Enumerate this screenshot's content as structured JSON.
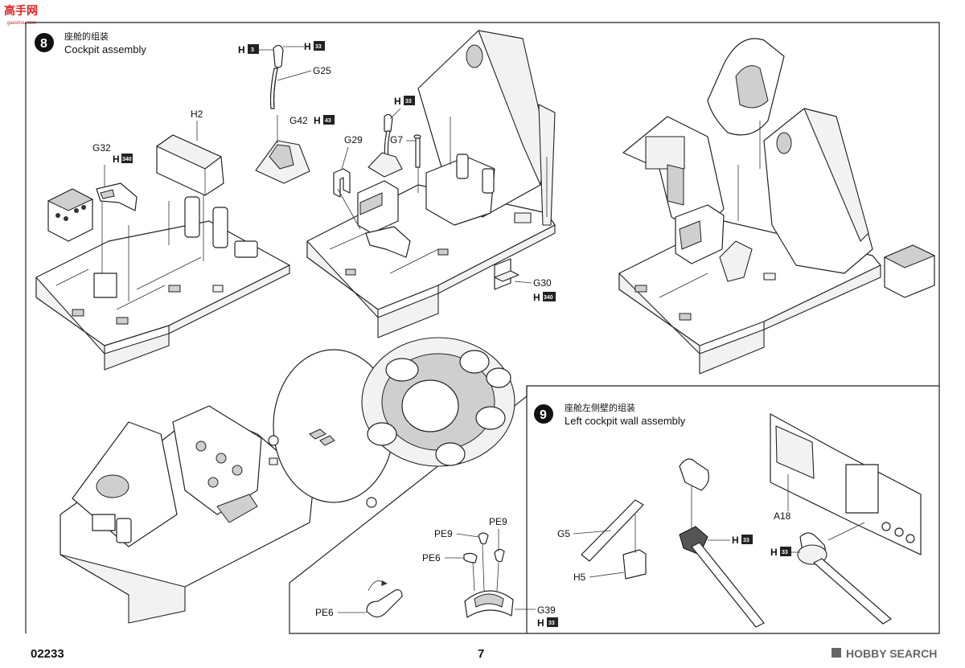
{
  "site_logo": {
    "text": "高手网",
    "sub": "gaoshou.com"
  },
  "steps": [
    {
      "number": "8",
      "title_zh": "座舱的组装",
      "title_en": "Cockpit assembly"
    },
    {
      "number": "9",
      "title_zh": "座舱左侧壁的组装",
      "title_en": "Left cockpit wall assembly"
    }
  ],
  "parts": {
    "H2": "H2",
    "G32": "G32",
    "G25": "G25",
    "G42": "G42",
    "G29": "G29",
    "G7": "G7",
    "G30": "G30",
    "PE9": "PE9",
    "PE6": "PE6",
    "G39": "G39",
    "G5": "G5",
    "H5": "H5",
    "A18": "A18"
  },
  "color_callouts": {
    "h3": {
      "letter": "H",
      "code": "3"
    },
    "h33": {
      "letter": "H",
      "code": "33"
    },
    "h43": {
      "letter": "H",
      "code": "43"
    },
    "h340": {
      "letter": "H",
      "code": "340"
    }
  },
  "footer": {
    "code": "02233",
    "page": "7",
    "watermark": "HOBBY SEARCH"
  },
  "colors": {
    "ink": "#222222",
    "callout": "#222222",
    "logo": "#dd2222"
  }
}
